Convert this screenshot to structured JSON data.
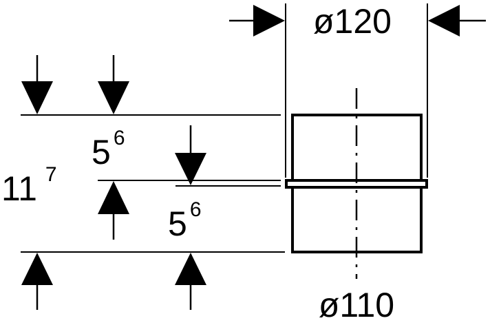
{
  "dimensions": {
    "outer_diameter": "ø120",
    "inner_diameter": "ø110",
    "total_height": {
      "main": "11",
      "sup": "7"
    },
    "upper_height": {
      "main": "5",
      "sup": "6"
    },
    "lower_height": {
      "main": "5",
      "sup": "6"
    }
  }
}
